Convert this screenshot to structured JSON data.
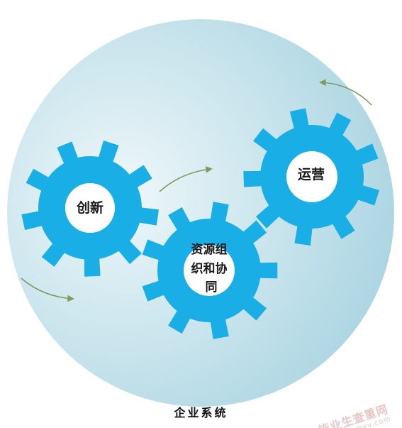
{
  "diagram": {
    "gears": [
      {
        "id": "innovation",
        "label_lines": [
          "创新"
        ]
      },
      {
        "id": "resources",
        "label_lines": [
          "资源组",
          "织和协",
          "同"
        ]
      },
      {
        "id": "operations",
        "label_lines": [
          "运营"
        ]
      }
    ],
    "caption": "企业系统",
    "colors": {
      "gear": "#19aee6",
      "hub": "#ffffff",
      "arrow": "#7f9a5a",
      "circle_light": "#eef7fa",
      "circle_dark": "#a9d4e1"
    }
  },
  "watermark": {
    "main": "毕业生查重网",
    "url": "www.sbvv.com"
  }
}
